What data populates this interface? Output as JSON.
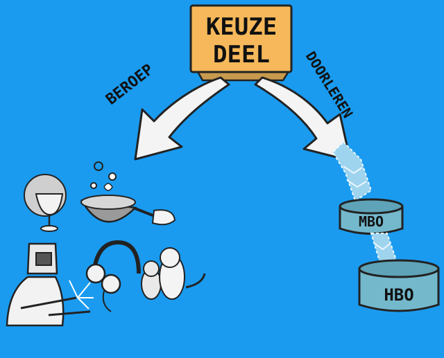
{
  "background_color": "#1a9bf0",
  "box": {
    "line1": "KEUZE",
    "line2": "DEEL",
    "color": "#f6b85a"
  },
  "labels": {
    "left_branch": "BEROEP",
    "right_branch": "DOORLEREN"
  },
  "education_levels": [
    {
      "label": "MBO",
      "color": "#74b8cc"
    },
    {
      "label": "HBO",
      "color": "#74b8cc"
    }
  ],
  "profession_icons": [
    "wine-glass-icon",
    "cooking-pan-icon",
    "welder-icon",
    "headphones-icon",
    "pets-icon"
  ]
}
